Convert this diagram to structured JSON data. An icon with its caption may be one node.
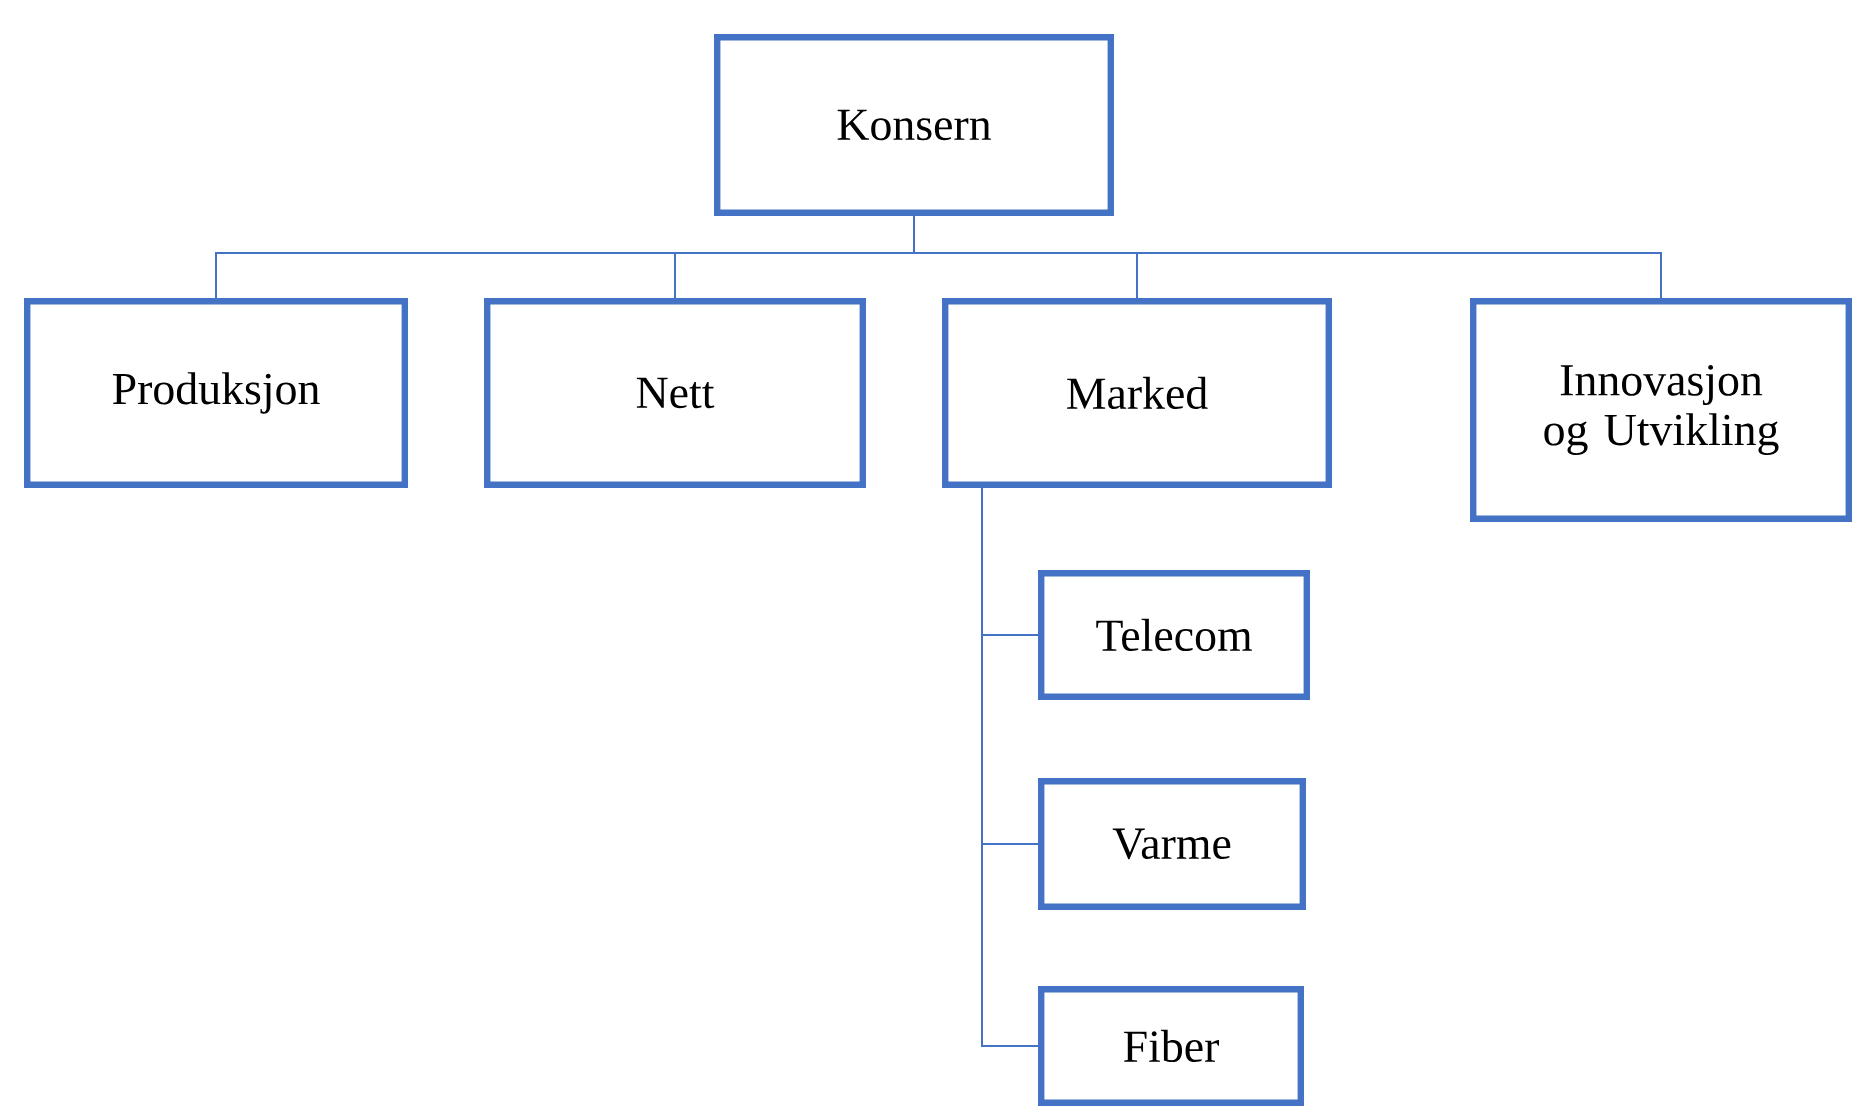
{
  "diagram": {
    "nodes": [
      {
        "text": [
          "Konsern"
        ]
      },
      {
        "text": [
          "Produksjon"
        ]
      },
      {
        "text": [
          "Nett"
        ]
      },
      {
        "text": [
          "Marked"
        ]
      },
      {
        "text": [
          "Innovasjon og Utvikling"
        ]
      },
      {
        "text": [
          "Telecom"
        ]
      },
      {
        "text": [
          "Varme"
        ]
      },
      {
        "text": [
          "Fiber"
        ]
      }
    ],
    "edges": [
      {
        "from": 0,
        "to": 1,
        "arrow": "none"
      },
      {
        "from": 0,
        "to": 2,
        "arrow": "none"
      },
      {
        "from": 0,
        "to": 3,
        "arrow": "none"
      },
      {
        "from": 0,
        "to": 4,
        "arrow": "none"
      },
      {
        "from": 3,
        "to": 5,
        "arrow": "none"
      },
      {
        "from": 3,
        "to": 6,
        "arrow": "none"
      },
      {
        "from": 3,
        "to": 7,
        "arrow": "none"
      }
    ]
  }
}
